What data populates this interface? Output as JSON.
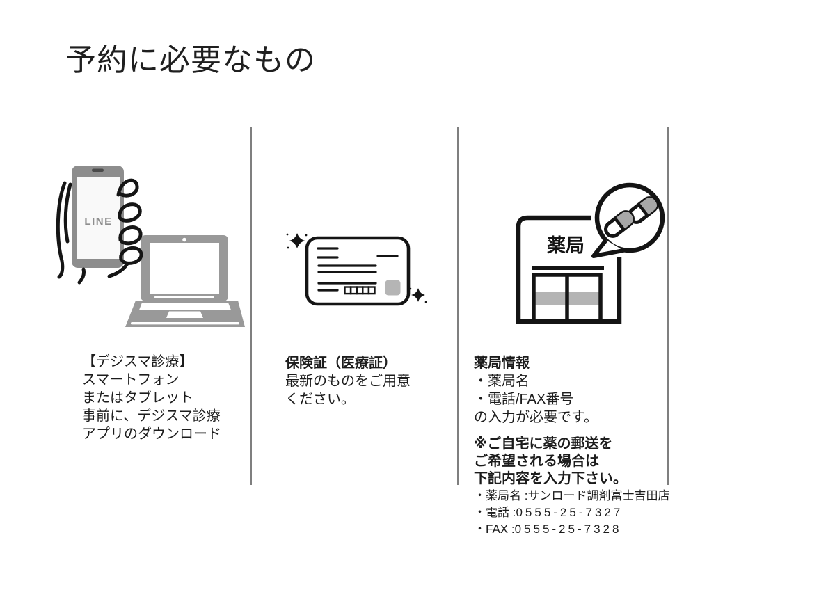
{
  "title": "予約に必要なもの",
  "columns": {
    "device": {
      "phone_label": "LINE",
      "lines": [
        "【デジスマ診療】",
        "スマートフォン",
        "またはタブレット",
        "事前に、デジスマ診療",
        "アプリのダウンロード"
      ]
    },
    "insurance": {
      "heading": "保険証（医療証）",
      "lines": [
        "最新のものをご用意",
        "ください。"
      ]
    },
    "pharmacy": {
      "building_label": "薬局",
      "heading": "薬局情報",
      "lines": [
        "・薬局名",
        "・電話/FAX番号",
        "の入力が必要です。"
      ],
      "note_bold": [
        "※ご自宅に薬の郵送を",
        "ご希望される場合は",
        "下記内容を入力下さい。"
      ],
      "note_detail": [
        {
          "label": "・薬局名 :",
          "value": "サンロード調剤富士吉田店"
        },
        {
          "label": "・電話 :",
          "value": "0555-25-7327"
        },
        {
          "label": "・FAX :",
          "value": "0555-25-7328"
        }
      ]
    }
  },
  "icons": [
    "smartphone-icon",
    "hand-holding-icon",
    "laptop-icon",
    "insurance-card-icon",
    "sparkle-icon",
    "pharmacy-building-icon",
    "speech-bubble-icon",
    "pills-icon"
  ],
  "colors": {
    "text": "#1c1c1c",
    "outline_black": "#141414",
    "illustration_gray": "#8d8d8d",
    "laptop_gray": "#999999",
    "light_gray": "#b5b5b5",
    "divider_gray": "#7f7f7f",
    "background": "#ffffff"
  }
}
